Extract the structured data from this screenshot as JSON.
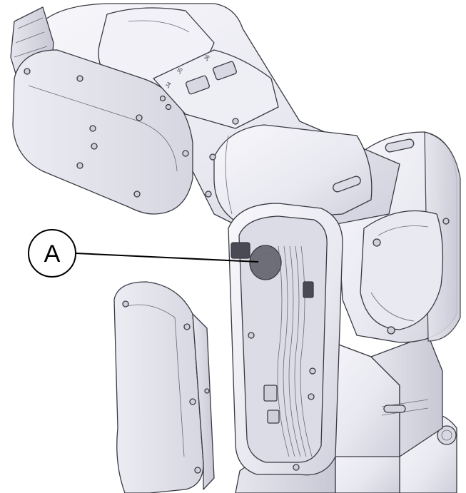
{
  "callout": {
    "letter": "A"
  },
  "joint_labels": [
    "J4",
    "J5",
    "J6"
  ],
  "colors": {
    "body_light": "#f4f4f9",
    "body_mid": "#e2e2ec",
    "body_shadow": "#c9c9d6",
    "outline": "#3a3a44",
    "cavity_dark": "#6e6e78",
    "leader": "#000000"
  }
}
